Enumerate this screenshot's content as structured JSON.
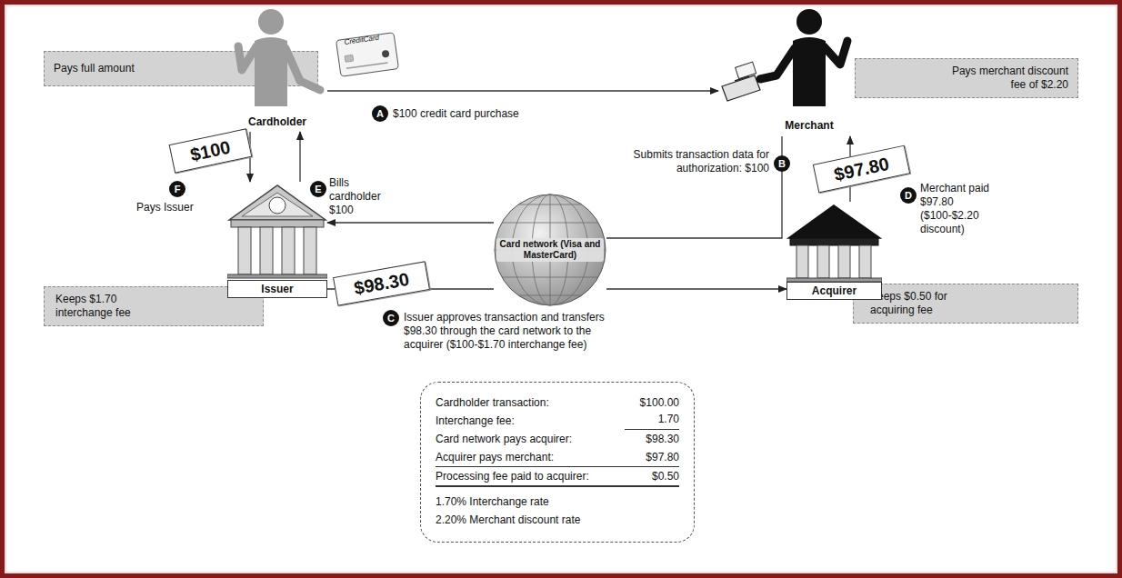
{
  "diagram": {
    "nodes": [
      {
        "text": [
          "Pays full amount"
        ]
      },
      {
        "text": [
          "Cardholder"
        ]
      },
      {
        "text": [
          "Merchant"
        ]
      },
      {
        "text": [
          "Pays merchant discount fee of $2.20"
        ]
      },
      {
        "text": [
          "Issuer"
        ]
      },
      {
        "text": [
          "Card network (Visa and MasterCard)"
        ]
      },
      {
        "text": [
          "Acquirer"
        ]
      },
      {
        "text": [
          "Keeps $1.70 interchange fee"
        ]
      },
      {
        "text": [
          "Keeps $0.50 for acquiring fee"
        ]
      },
      {
        "text": [
          "Cardholder transaction:",
          "$100.00",
          "Interchange fee:",
          "1.70",
          "Card network pays acquirer:",
          "$98.30",
          "Acquirer pays merchant:",
          "$97.80",
          "Processing fee paid to acquirer:",
          "$0.50",
          "1.70% Interchange rate",
          "2.20% Merchant discount rate"
        ]
      }
    ],
    "edges": [
      {
        "from": 1,
        "to": 2,
        "arrow": "to"
      },
      {
        "from": 1,
        "to": 4,
        "label": "$100",
        "arrow": "to"
      },
      {
        "from": 4,
        "to": 1,
        "arrow": "to"
      },
      {
        "from": 2,
        "to": 5,
        "arrow": "none"
      },
      {
        "from": 5,
        "to": 4,
        "arrow": "to"
      },
      {
        "from": 4,
        "to": 5,
        "label": "$98.30",
        "arrow": "none"
      },
      {
        "from": 5,
        "to": 6,
        "arrow": "to"
      },
      {
        "from": 6,
        "to": 2,
        "label": "$97.80",
        "arrow": "to"
      }
    ],
    "labels": [
      "CreditCard",
      "A",
      "$100 credit card purchase",
      "B",
      "Submits transaction data for authorization: $100",
      "D",
      "Merchant paid $97.80 ($100-$2.20 discount)",
      "F",
      "Pays Issuer",
      "E",
      "Bills cardholder $100",
      "C",
      "Issuer approves transaction and transfers $98.30 through the card network to the acquirer ($100-$1.70 interchange fee)",
      "$"
    ]
  }
}
